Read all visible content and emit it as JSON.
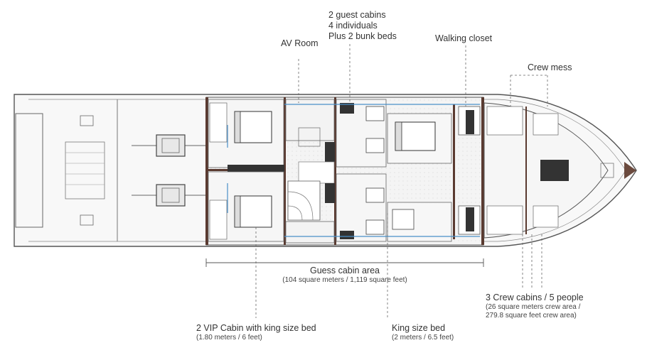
{
  "labels": {
    "guest_cabins": {
      "line1": "2 guest cabins",
      "line2": "4 individuals",
      "line3": "Plus 2 bunk beds"
    },
    "av_room": "AV Room",
    "walking_closet": "Walking closet",
    "crew_mess": "Crew mess",
    "guest_area": {
      "title": "Guess cabin area",
      "detail": "(104 square meters / 1,119 square feet)"
    },
    "crew_cabins": {
      "title": "3 Crew cabins / 5 people",
      "detail1": "(26 square meters crew area /",
      "detail2": "279.8 square feet crew area)"
    },
    "vip_cabin": {
      "title": "2 VIP Cabin with king size bed",
      "detail": "(1.80 meters / 6 feet)"
    },
    "king_bed": {
      "title": "King size bed",
      "detail": "(2 meters / 6.5 feet)"
    }
  },
  "colors": {
    "line": "#555555",
    "bulkhead": "#5a3a30",
    "accent_blue": "#4a90c8",
    "floor": "#f1f1f1",
    "hull_fill": "#f8f8f8"
  }
}
